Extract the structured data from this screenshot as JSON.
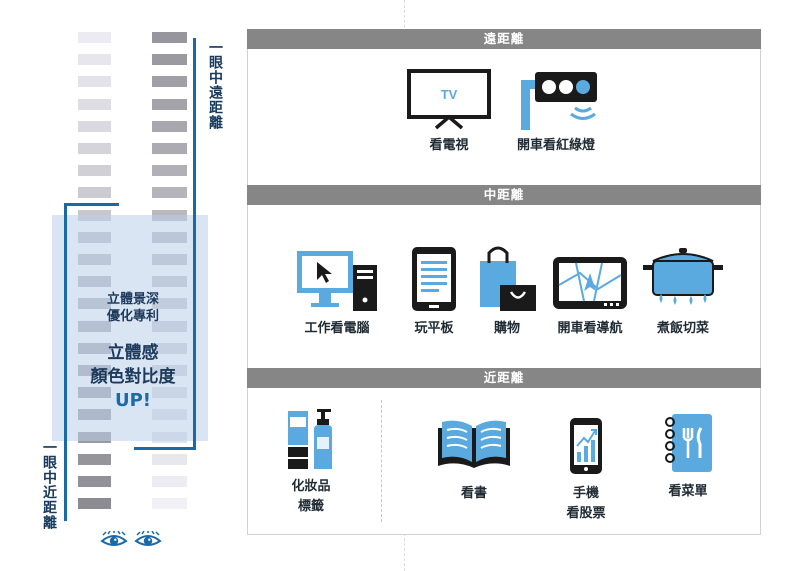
{
  "left": {
    "far_label": "一眼中遠距離",
    "near_label": "一眼中近距離",
    "patent_line1": "立體景深",
    "patent_line2": "優化專利",
    "stereo_line1": "立體感",
    "stereo_line2": "顏色對比度",
    "stereo_line3": "UP!",
    "eyes": [
      "eye-left-icon",
      "eye-right-icon"
    ]
  },
  "sections": [
    {
      "title": "遠距離",
      "items": [
        {
          "icon": "tv-icon",
          "label": "看電視",
          "icon_text": "TV"
        },
        {
          "icon": "traffic-light-icon",
          "label": "開車看紅綠燈"
        }
      ]
    },
    {
      "title": "中距離",
      "items": [
        {
          "icon": "desktop-computer-icon",
          "label": "工作看電腦"
        },
        {
          "icon": "tablet-icon",
          "label": "玩平板"
        },
        {
          "icon": "shopping-bag-icon",
          "label": "購物"
        },
        {
          "icon": "navigation-gps-icon",
          "label": "開車看導航"
        },
        {
          "icon": "cooking-pot-icon",
          "label": "煮飯切菜"
        }
      ]
    },
    {
      "title": "近距離",
      "items": [
        {
          "icon": "cosmetics-icon",
          "label_line1": "化妝品",
          "label_line2": "標籤"
        },
        {
          "icon": "open-book-icon",
          "label": "看書"
        },
        {
          "icon": "phone-stocks-icon",
          "label_line1": "手機",
          "label_line2": "看股票"
        },
        {
          "icon": "menu-book-icon",
          "label": "看菜單"
        }
      ]
    }
  ],
  "colors": {
    "accent_blue": "#1a6aa8",
    "icon_blue": "#5aaae0",
    "header_gray": "#868686",
    "icon_dark": "#1a1a1a"
  }
}
